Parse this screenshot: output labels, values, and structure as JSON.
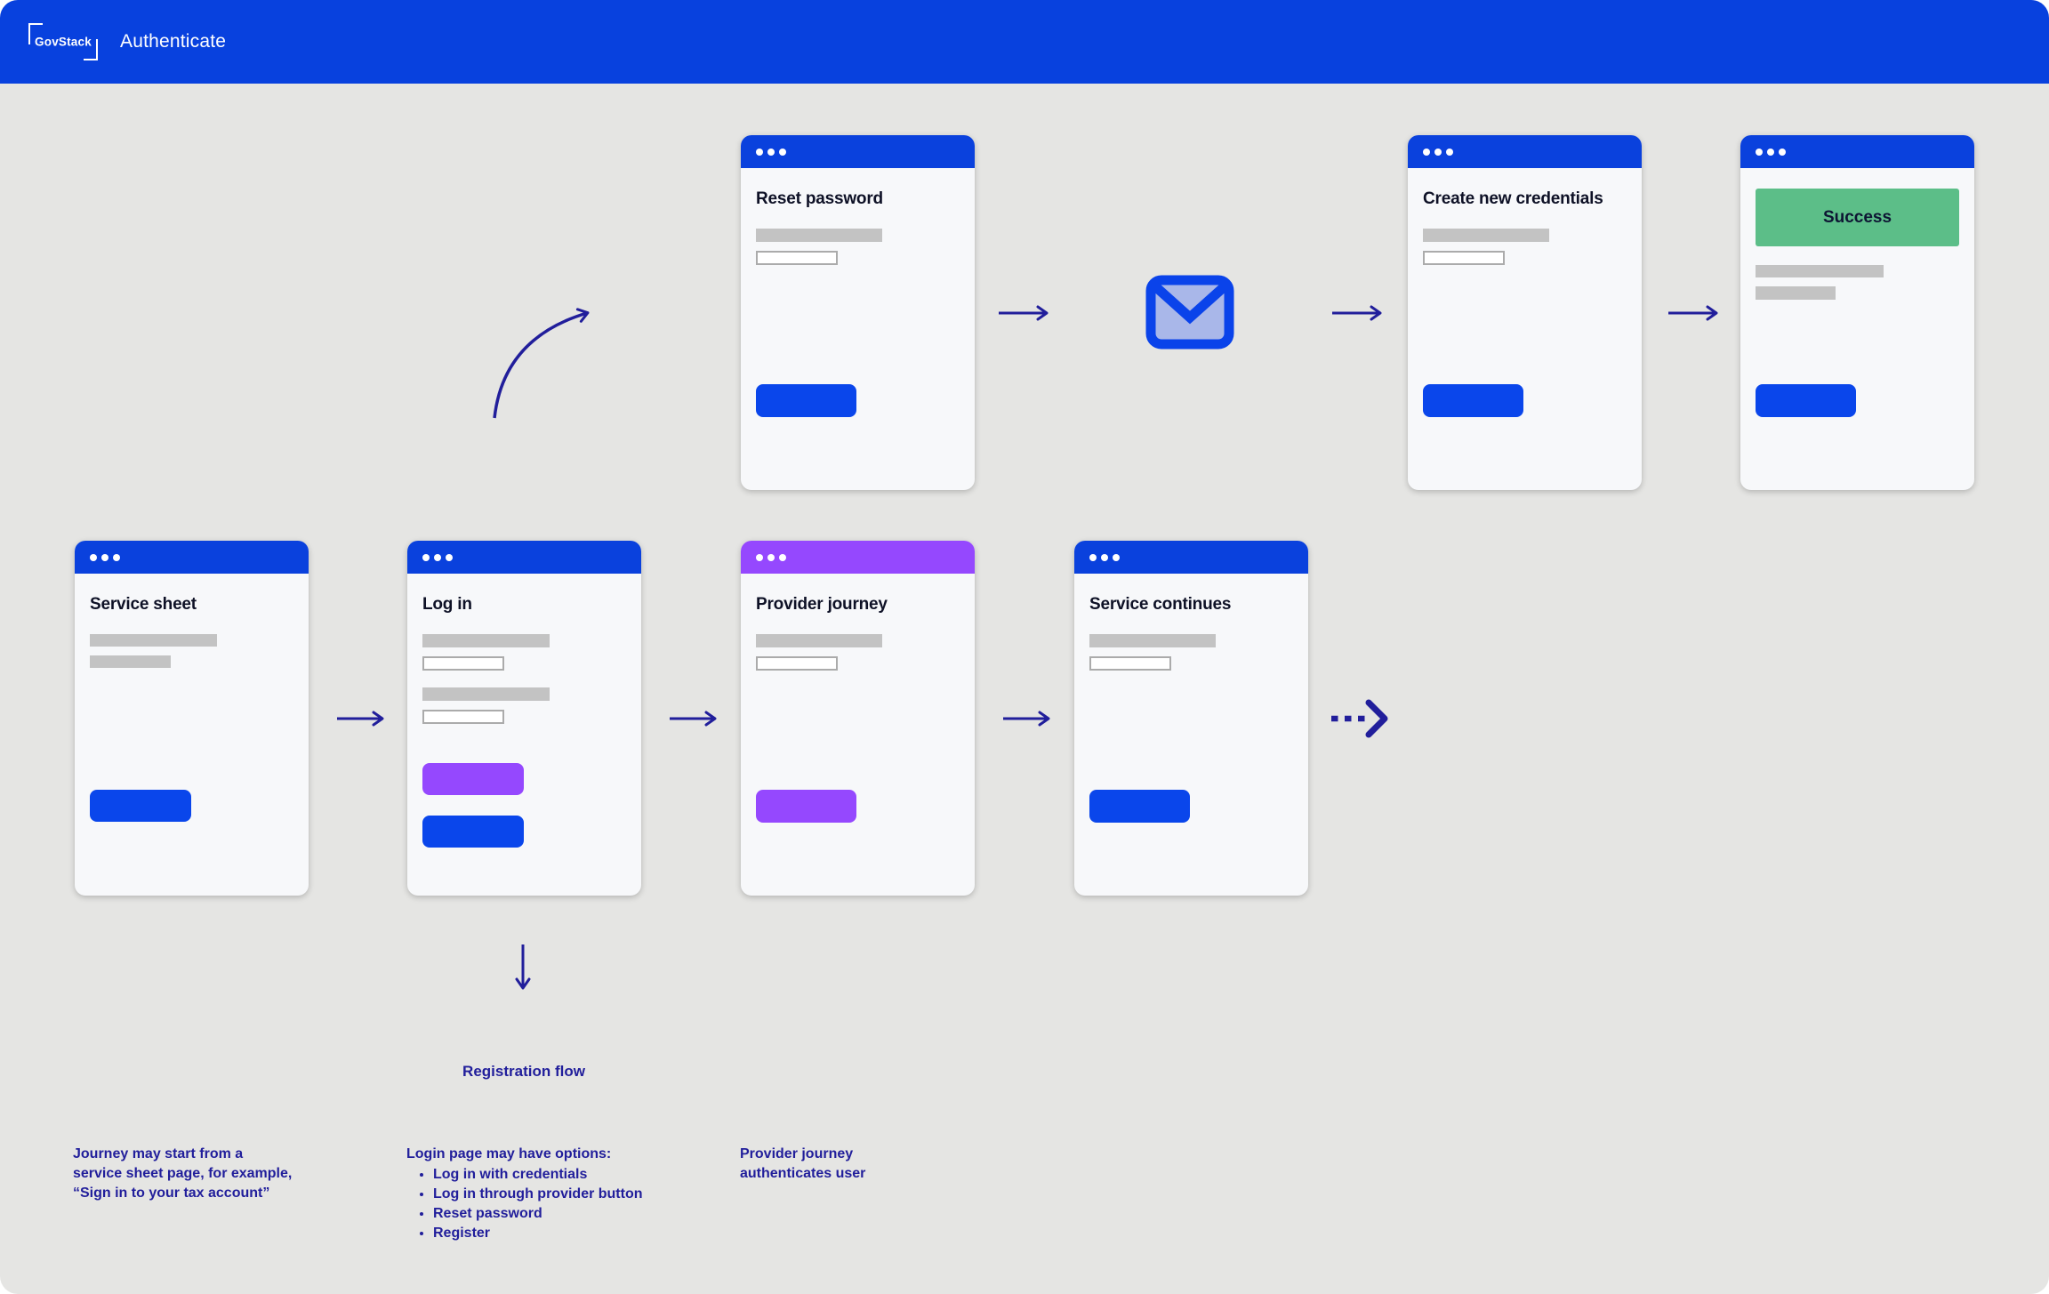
{
  "header": {
    "logo": "GovStack",
    "title": "Authenticate"
  },
  "windows": {
    "reset_password": {
      "title": "Reset password"
    },
    "create_credentials": {
      "title": "Create new credentials"
    },
    "success": {
      "banner": "Success"
    },
    "service_sheet": {
      "title": "Service sheet"
    },
    "log_in": {
      "title": "Log in"
    },
    "provider_journey": {
      "title": "Provider journey"
    },
    "service_continues": {
      "title": "Service continues"
    }
  },
  "labels": {
    "registration_flow": "Registration flow"
  },
  "notes": {
    "journey_start": {
      "lines": [
        "Journey may start from a",
        "service sheet page, for example,",
        "“Sign in to your tax account”"
      ]
    },
    "login_options": {
      "heading": "Login page may have options:",
      "items": [
        "Log in with credentials",
        "Log in through provider button",
        "Reset password",
        "Register"
      ]
    },
    "provider_auth": {
      "lines": [
        "Provider journey",
        "authenticates user"
      ]
    }
  },
  "icons": {
    "email": "email-envelope-icon"
  },
  "colors": {
    "header_blue": "#0841DE",
    "titlebar_blue": "#0A41DD",
    "button_blue": "#0A46EB",
    "accent_purple": "#9548FE",
    "success_green": "#5CBE88",
    "note_navy": "#211E9B",
    "placeholder_gray": "#C3C3C3",
    "background_gray": "#E5E5E3",
    "window_body": "#F7F8FA"
  }
}
